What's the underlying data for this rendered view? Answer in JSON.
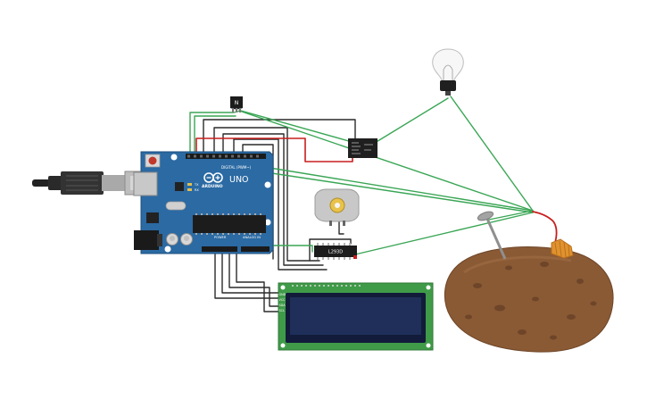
{
  "components": {
    "transistor": {
      "label": "N"
    },
    "arduino": {
      "logo": "ARDUINO",
      "model": "UNO",
      "digital_label": "DIGITAL (PWM~)",
      "power_label": "POWER",
      "analog_label": "ANALOG IN",
      "tx_label": "TX",
      "rx_label": "RX"
    },
    "driver_ic": {
      "label": "L293D"
    },
    "relay": {
      "label": ""
    },
    "lcd": {
      "pins": [
        "GND",
        "VCC",
        "SDA",
        "SCL"
      ]
    }
  },
  "colors": {
    "board": "#2b6aa3",
    "wire_green": "#3aa655",
    "wire_red": "#c81e1e",
    "wire_black": "#2a2a2a",
    "lcd_pcb": "#3f9b48",
    "lcd_screen": "#1f2f5a",
    "potato": "#8a5a35"
  }
}
